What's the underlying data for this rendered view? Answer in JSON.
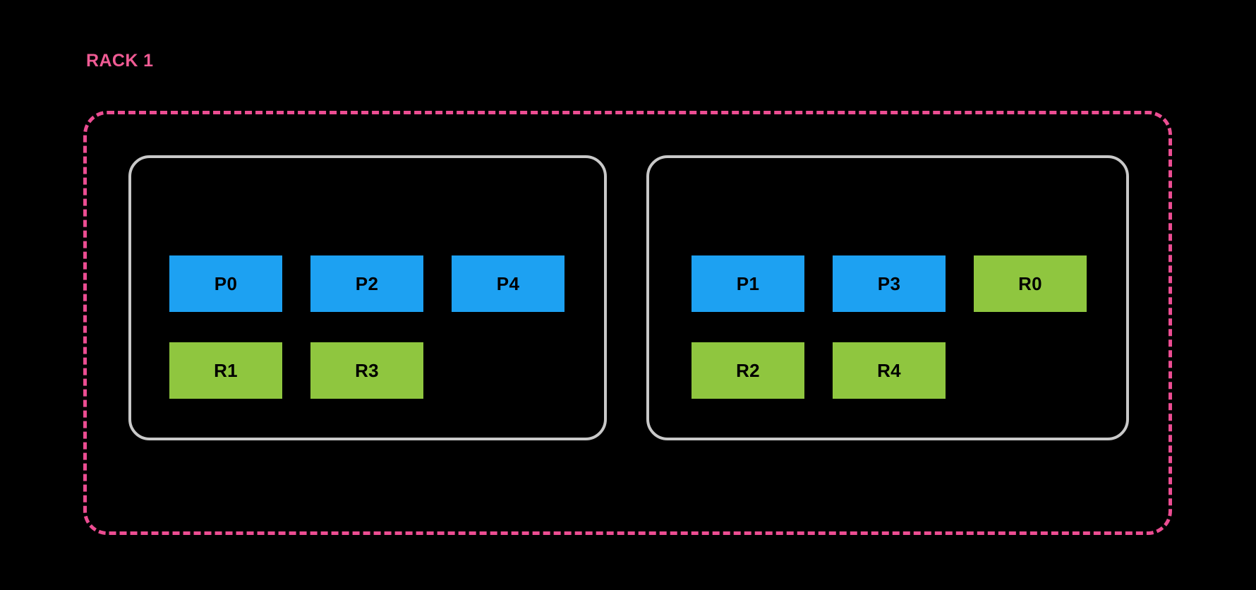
{
  "diagram": {
    "title": "RACK 1",
    "background_color": "#000000",
    "rack": {
      "label": "RACK 1",
      "border_color": "#ec4d92",
      "border_style": "dashed"
    },
    "legend_colors": {
      "primary": "#1da1f2",
      "replica": "#8fc63f",
      "node_border": "#c9c9c9",
      "rack_border": "#ec4d92",
      "label_text": "#f05b94",
      "tile_text": "#000000"
    },
    "nodes": [
      {
        "id": "node-left",
        "border_color": "#c9c9c9",
        "rows": [
          {
            "type": "primary",
            "tiles": [
              {
                "label": "P0",
                "kind": "primary"
              },
              {
                "label": "P2",
                "kind": "primary"
              },
              {
                "label": "P4",
                "kind": "primary"
              }
            ]
          },
          {
            "type": "replica",
            "tiles": [
              {
                "label": "R1",
                "kind": "replica"
              },
              {
                "label": "R3",
                "kind": "replica"
              }
            ]
          }
        ]
      },
      {
        "id": "node-right",
        "border_color": "#c9c9c9",
        "rows": [
          {
            "type": "mixed",
            "tiles": [
              {
                "label": "P1",
                "kind": "primary"
              },
              {
                "label": "P3",
                "kind": "primary"
              },
              {
                "label": "R0",
                "kind": "replica"
              }
            ]
          },
          {
            "type": "replica",
            "tiles": [
              {
                "label": "R2",
                "kind": "replica"
              },
              {
                "label": "R4",
                "kind": "replica"
              }
            ]
          }
        ]
      }
    ]
  }
}
